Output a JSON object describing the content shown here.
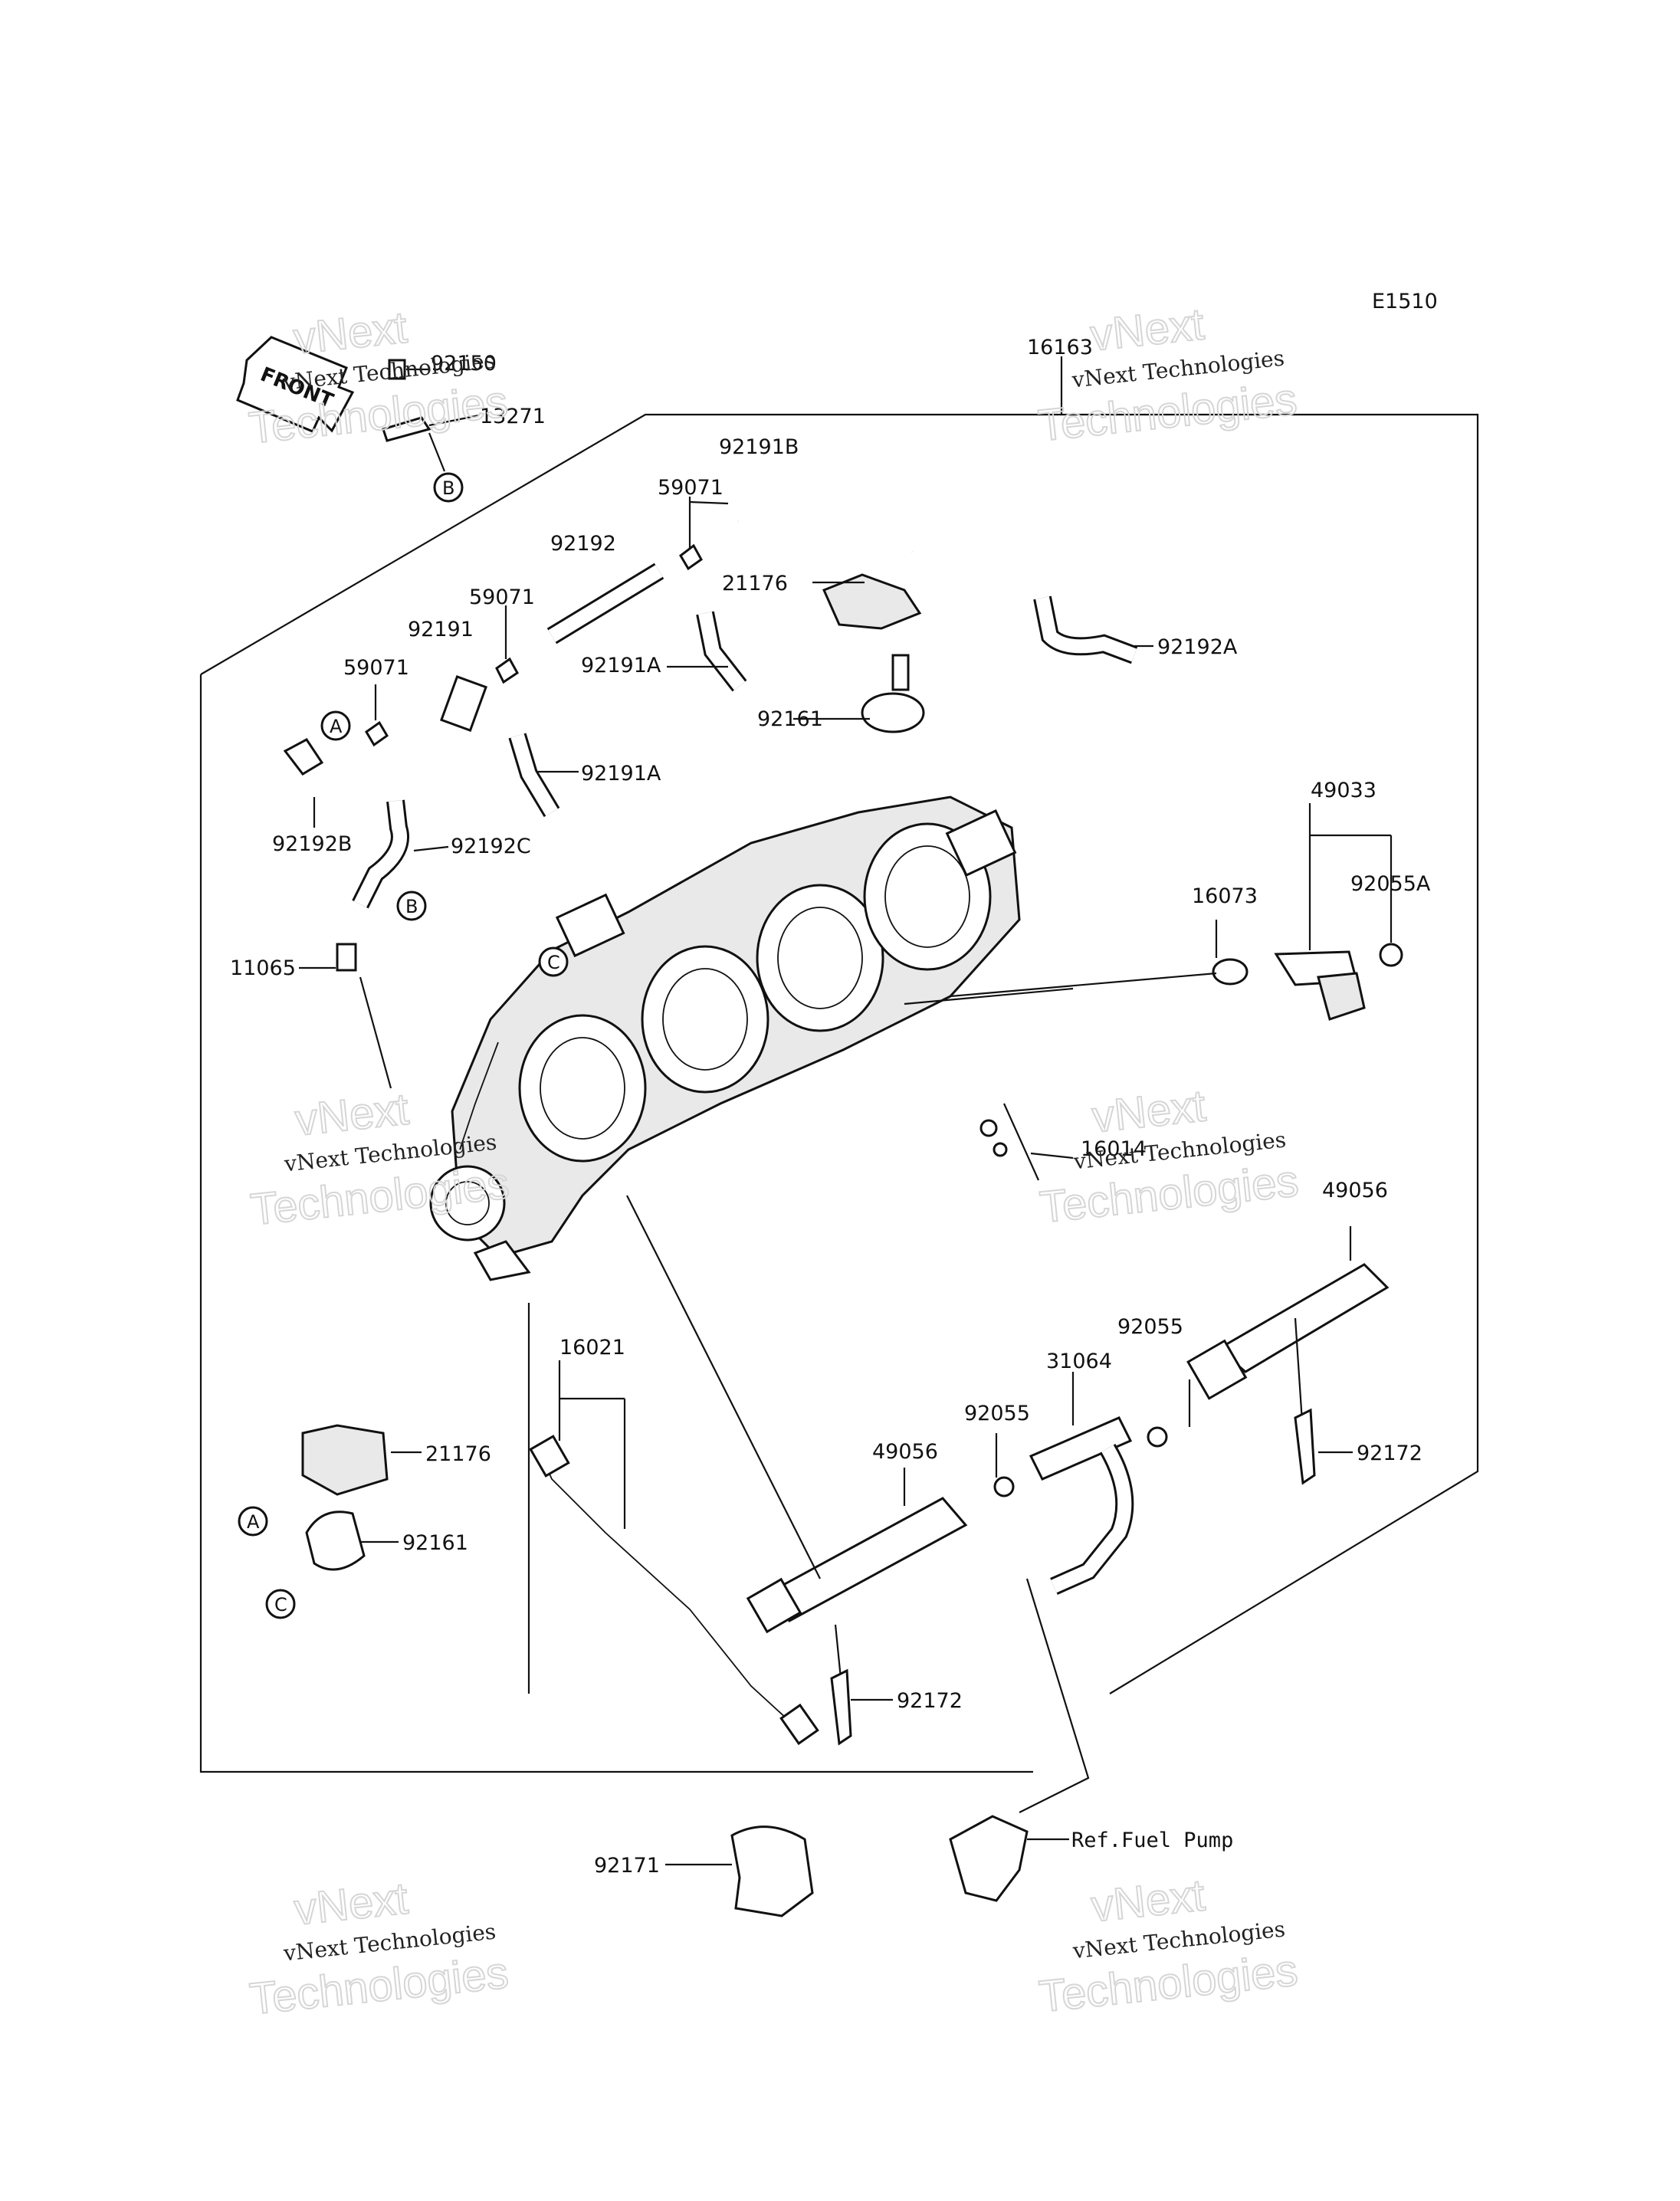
{
  "diagram_code": "E1510",
  "front_label": "FRONT",
  "ref_text": "Ref.Fuel Pump",
  "watermark": {
    "line1": "vNext Technologies",
    "line2": "Technologies",
    "line3": "vNext"
  },
  "labels": {
    "p92150": "92150",
    "p13271": "13271",
    "p16163": "16163",
    "p92191B": "92191B",
    "p59071_a": "59071",
    "p59071_b": "59071",
    "p59071_c": "59071",
    "p92192": "92192",
    "p21176_top": "21176",
    "p92191": "92191",
    "p92191A_top": "92191A",
    "p92192A": "92192A",
    "p92161_top": "92161",
    "p92191A_mid": "92191A",
    "p92192B": "92192B",
    "p92192C": "92192C",
    "p49033": "49033",
    "p16073": "16073",
    "p92055A": "92055A",
    "p11065": "11065",
    "p16014": "16014",
    "p49056_right": "49056",
    "p16021": "16021",
    "p92055_right": "92055",
    "p31064": "31064",
    "p92055_left": "92055",
    "p49056_left": "49056",
    "p92172_right": "92172",
    "p21176_bottom": "21176",
    "p92161_bottom": "92161",
    "p92172_bottom": "92172",
    "p92171": "92171"
  },
  "callouts": {
    "A_top": "A",
    "B_top": "B",
    "B_mid": "B",
    "C_mid": "C",
    "A_bottom": "A",
    "C_bottom": "C"
  }
}
